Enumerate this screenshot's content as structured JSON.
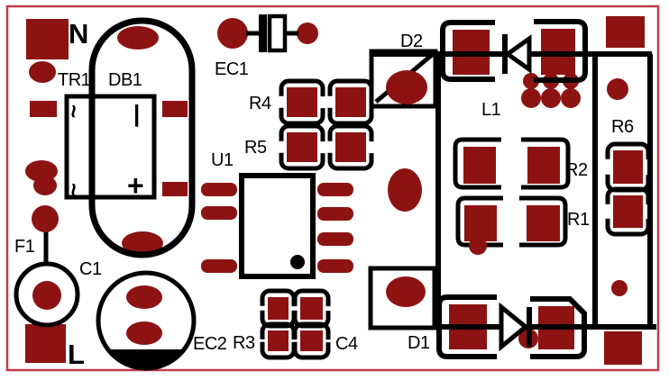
{
  "labels": {
    "n": "N",
    "l": "L",
    "tr1": "TR1",
    "db1": "DB1",
    "f1": "F1",
    "c1": "C1",
    "ec1": "EC1",
    "ec2": "EC2",
    "u1": "U1",
    "r1": "R1",
    "r2": "R2",
    "r3": "R3",
    "r4": "R4",
    "r5": "R5",
    "r6": "R6",
    "c4": "C4",
    "d1": "D1",
    "d2": "D2",
    "l1": "L1"
  },
  "markings": {
    "ac_top": "~",
    "ac_bottom": "~",
    "minus": "|",
    "plus": "+"
  },
  "colors": {
    "pad": "#8d1313",
    "silk": "#000000",
    "frame": "#c23b4a",
    "bg": "#ffffff"
  }
}
